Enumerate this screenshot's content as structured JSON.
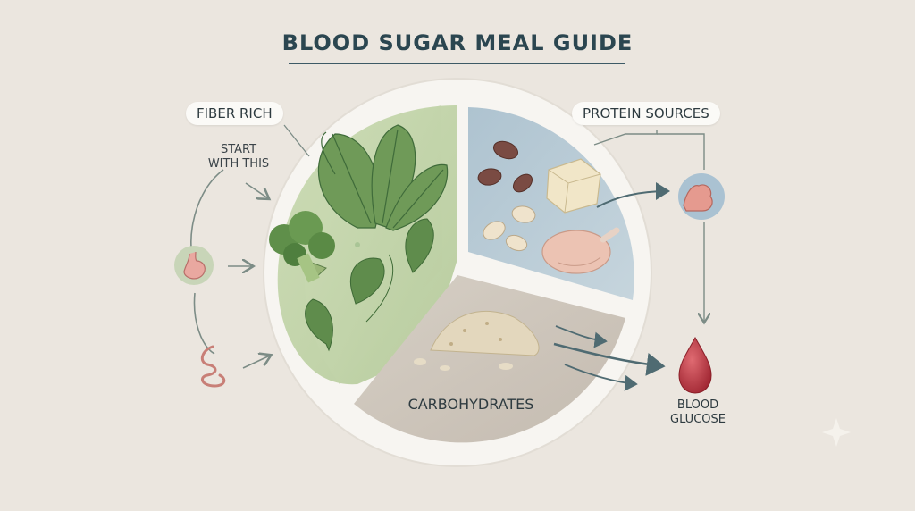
{
  "title": "BLOOD SUGAR MEAL GUIDE",
  "labels": {
    "fiber": "FIBER RICH",
    "start_line1": "START",
    "start_line2": "WITH THIS",
    "protein": "PROTEIN SOURCES",
    "carbs": "CARBOHYDRATES",
    "glucose_line1": "BLOOD",
    "glucose_line2": "GLUCOSE"
  },
  "icons": [
    "stomach-icon",
    "intestine-icon",
    "muscle-arm-icon",
    "blood-drop-icon",
    "sparkle-icon"
  ],
  "colors": {
    "background": "#ebe6df",
    "fiber_section": "#c9d8b4",
    "protein_section": "#b6c9d4",
    "carb_section": "#cfc7bd",
    "arrow": "#7c8c86",
    "blood": "#b8323d",
    "title": "#2b4650"
  }
}
